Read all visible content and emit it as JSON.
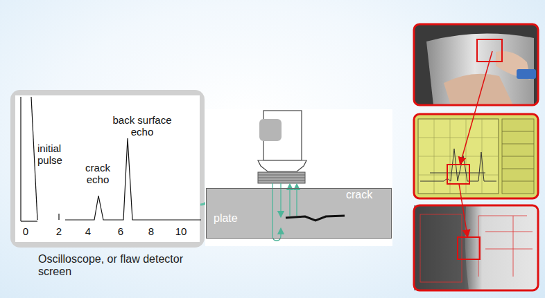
{
  "diagram": {
    "nodes": [
      {
        "text": [
          "Oscilloscope, or flaw detector screen"
        ]
      },
      {
        "text": [
          "plate",
          "crack"
        ]
      }
    ],
    "labels": [
      "initial pulse",
      "crack echo",
      "back surface echo",
      "0",
      "2",
      "4",
      "6",
      "8",
      "10"
    ]
  }
}
